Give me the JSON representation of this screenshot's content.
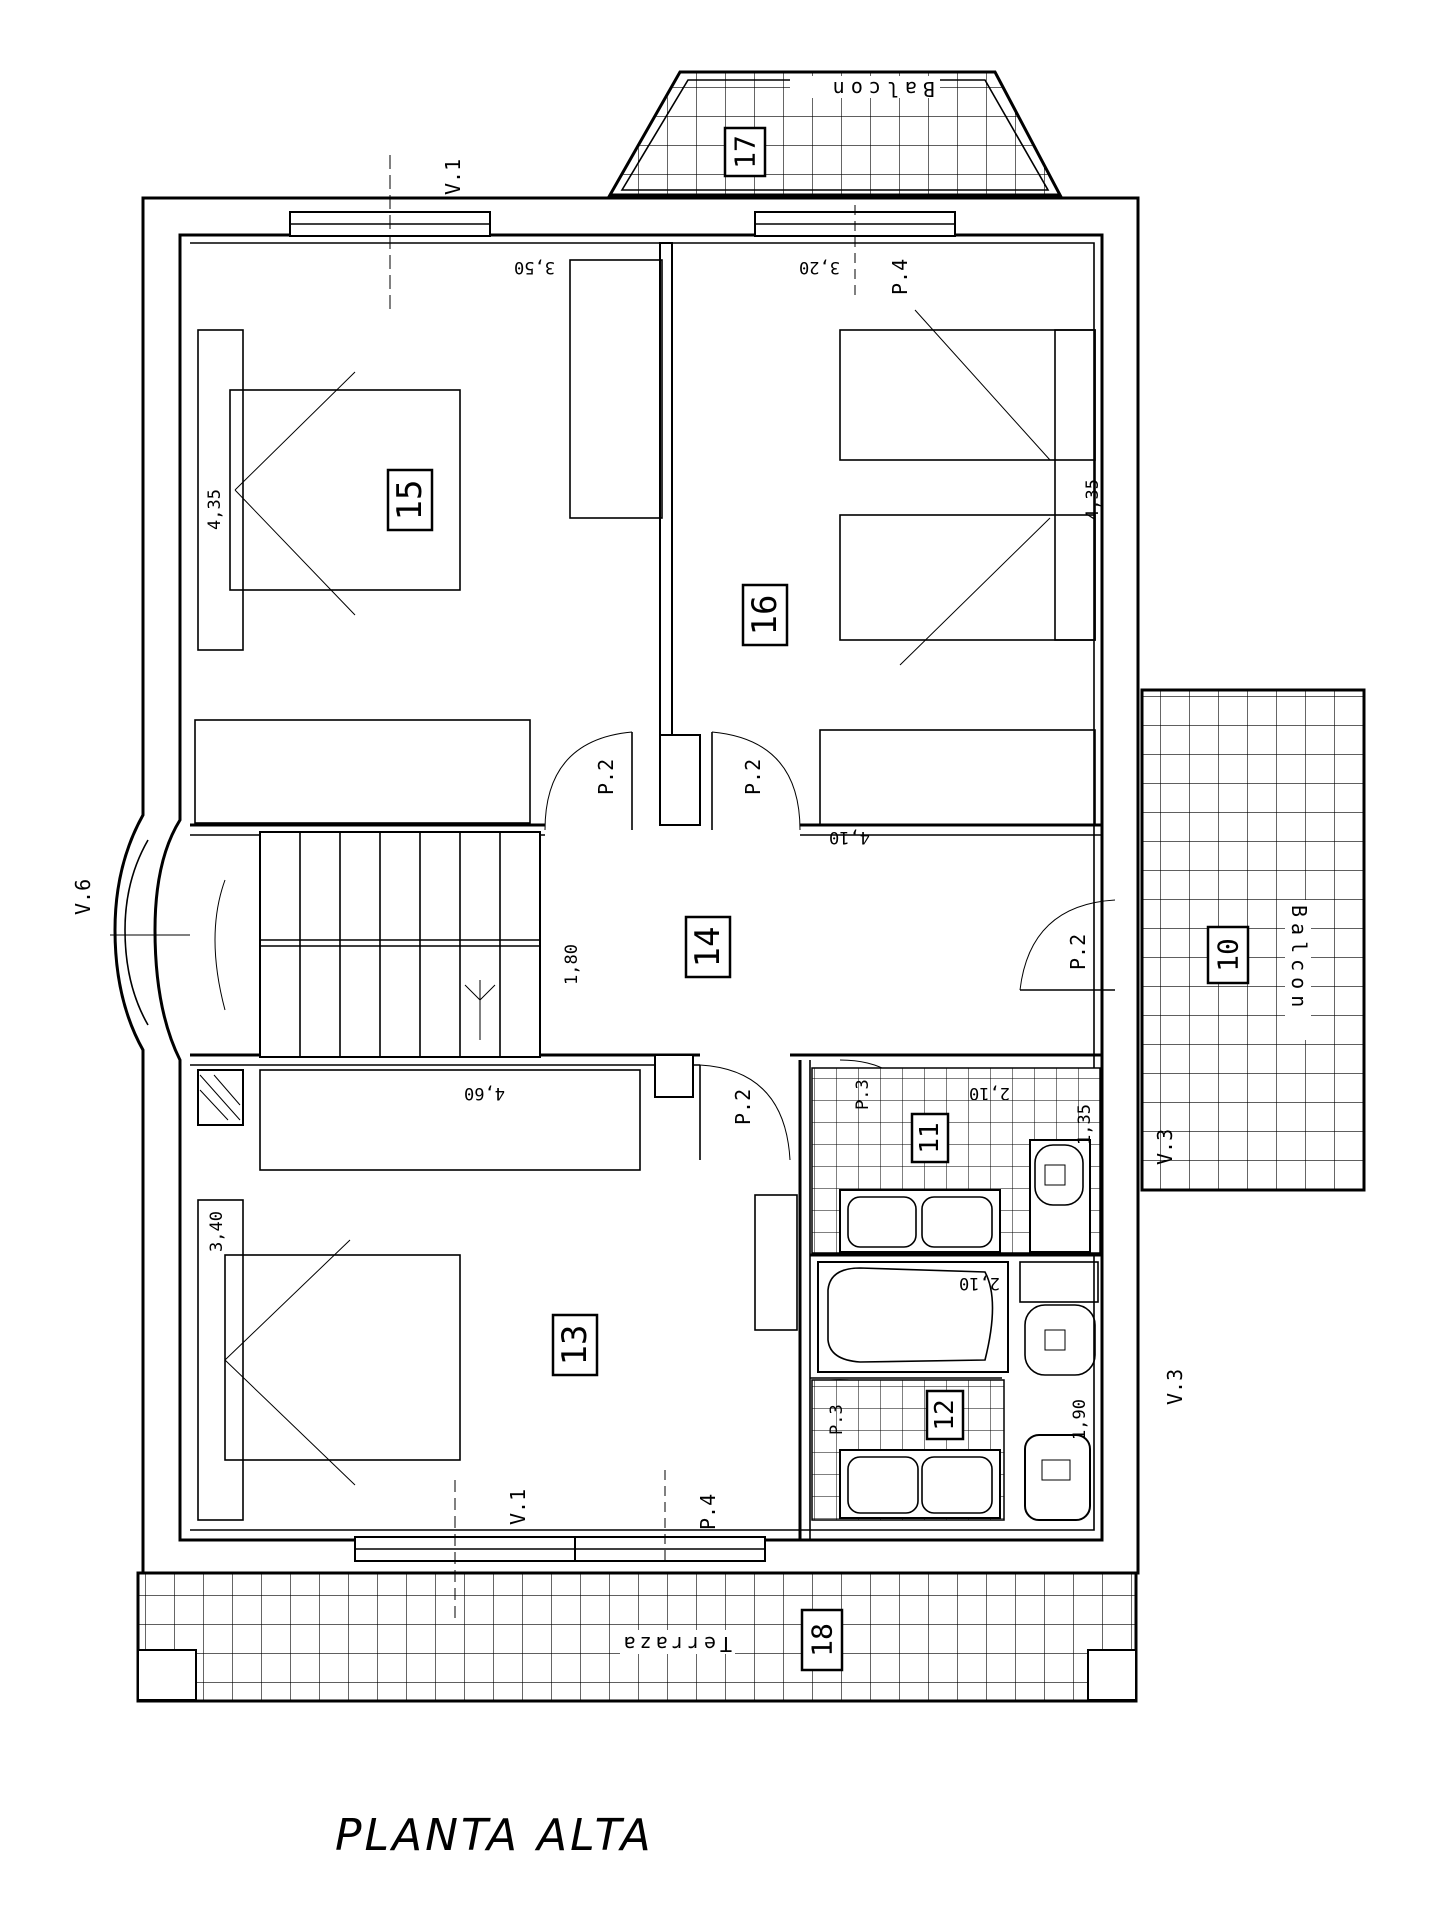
{
  "title": "PLANTA ALTA",
  "rooms": {
    "r10": "10",
    "r11": "11",
    "r12": "12",
    "r13": "13",
    "r14": "14",
    "r15": "15",
    "r16": "16",
    "r17": "17",
    "r18": "18"
  },
  "doors": {
    "p2_a": "P.2",
    "p2_b": "P.2",
    "p2_c": "P.2",
    "p2_d": "P.2",
    "p3_a": "P.3",
    "p3_b": "P.3",
    "p4_a": "P.4",
    "p4_b": "P.4"
  },
  "windows": {
    "v1_top": "V.1",
    "v1_bottom": "V.1",
    "v3_a": "V.3",
    "v3_b": "V.3",
    "v6": "V.6"
  },
  "dimensions": {
    "d350": "3,50",
    "d320": "3,20",
    "d435_a": "4,35",
    "d435_b": "4,35",
    "d410": "4,10",
    "d180": "1,80",
    "d460": "4,60",
    "d340": "3,40",
    "d210_a": "2,10",
    "d210_b": "2,10",
    "d135": "1,35",
    "d190": "1,90"
  },
  "balconies": {
    "balcon_top": "Balcon",
    "balcon_right": "Balcon",
    "terraza": "Terraza"
  }
}
